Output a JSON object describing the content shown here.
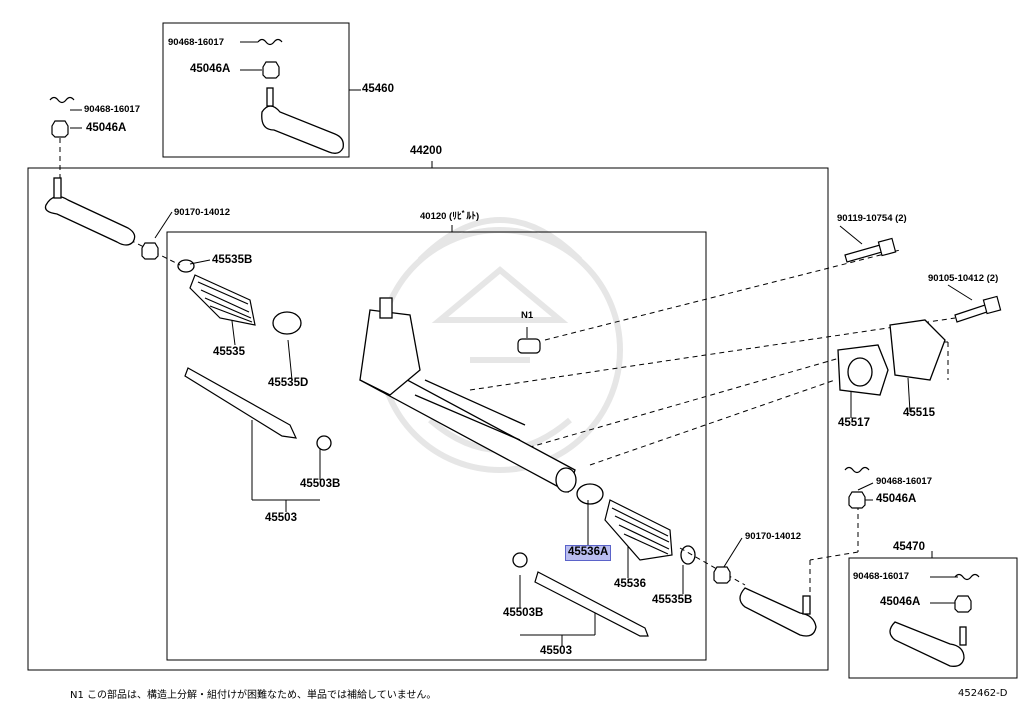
{
  "labels": {
    "top_box_bolt": "90468-16017",
    "top_box_nut": "45046A",
    "top_box_part": "45460",
    "left_bolt": "90468-16017",
    "left_nut": "45046A",
    "assembly": "44200",
    "rack_rebuilt": "40120 (ﾘﾋﾞﾙﾄ)",
    "left_nut2": "90170-14012",
    "clamp_b_left": "45535B",
    "boot_left": "45535",
    "clamp_d": "45535D",
    "n1": "N1",
    "bolt_upper_right": "90119-10754 (2)",
    "bolt_right2": "90105-10412 (2)",
    "bracket_left": "45517",
    "bracket_right": "45515",
    "washer_left": "45503B",
    "tie_rod_left": "45503",
    "highlighted_clamp": "45536A",
    "boot_right": "45536",
    "clamp_b_right": "45535B",
    "right_nut2": "90170-14012",
    "right_bolt": "90468-16017",
    "right_nut": "45046A",
    "bottom_box_part": "45470",
    "bottom_box_bolt": "90468-16017",
    "bottom_box_nut": "45046A",
    "washer_right": "45503B",
    "tie_rod_right": "45503"
  },
  "footnote": "N1 この部品は、構造上分解・組付けが困難なため、単品では補給していません。",
  "diagram_id": "452462-D",
  "colors": {
    "line": "#000000",
    "highlight": "#b9bdf0",
    "watermark": "#e4e4e4"
  }
}
